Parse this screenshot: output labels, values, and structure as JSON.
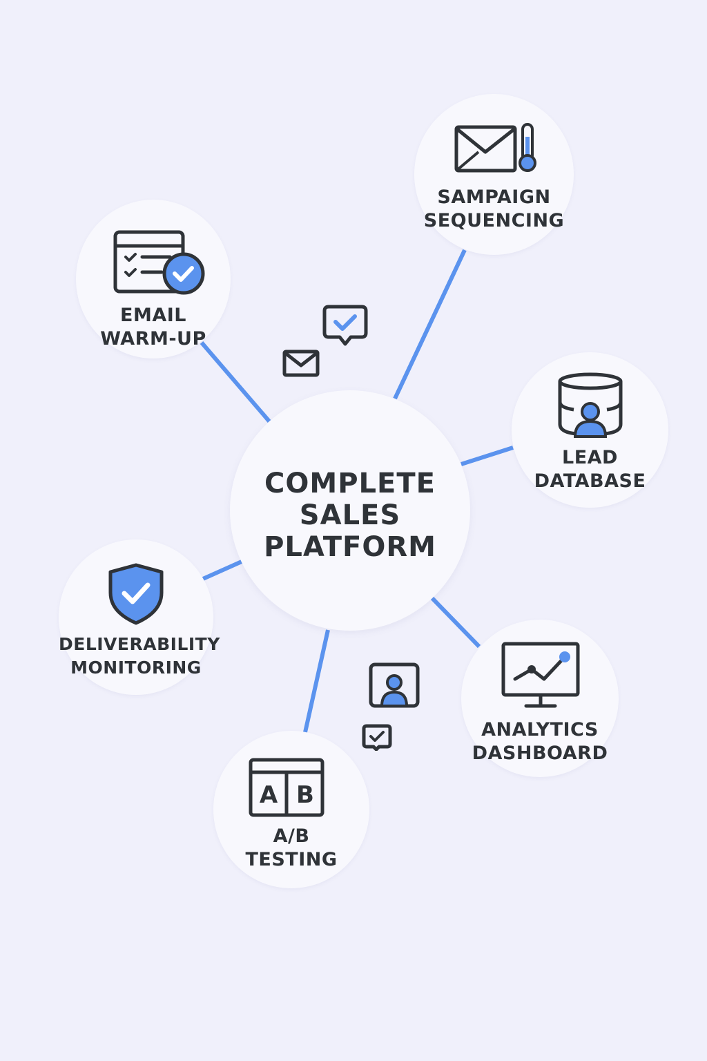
{
  "colors": {
    "background": "#f0f0fb",
    "node_fill": "#f8f8fd",
    "connector": "#5b93ee",
    "accent": "#5b93ee",
    "ink": "#2f3338"
  },
  "center": {
    "title_lines": [
      "COMPLETE",
      "SALES",
      "PLATFORM"
    ]
  },
  "features": [
    {
      "id": "email-warm-up",
      "icon": "checklist-badge-icon",
      "label_lines": [
        "EMAIL",
        "WARM-UP"
      ]
    },
    {
      "id": "campaign-sequencing",
      "icon": "envelope-thermometer-icon",
      "label_lines": [
        "SAMPAIGN",
        "SEQUENCING"
      ]
    },
    {
      "id": "lead-database",
      "icon": "database-user-icon",
      "label_lines": [
        "LEAD",
        "DATABASE"
      ]
    },
    {
      "id": "analytics-dashboard",
      "icon": "monitor-chart-icon",
      "label_lines": [
        "ANALYTICS",
        "DASHBOARD"
      ]
    },
    {
      "id": "ab-testing",
      "icon": "ab-window-icon",
      "label_lines": [
        "A/B",
        "TESTING"
      ],
      "icon_letters": [
        "A",
        "B"
      ]
    },
    {
      "id": "deliverability-monitoring",
      "icon": "shield-check-icon",
      "label_lines": [
        "DELIVERABILITY",
        "MONITORING"
      ]
    }
  ],
  "floating_icons": [
    "envelope-icon",
    "chat-check-icon",
    "user-frame-icon",
    "small-check-icon"
  ]
}
